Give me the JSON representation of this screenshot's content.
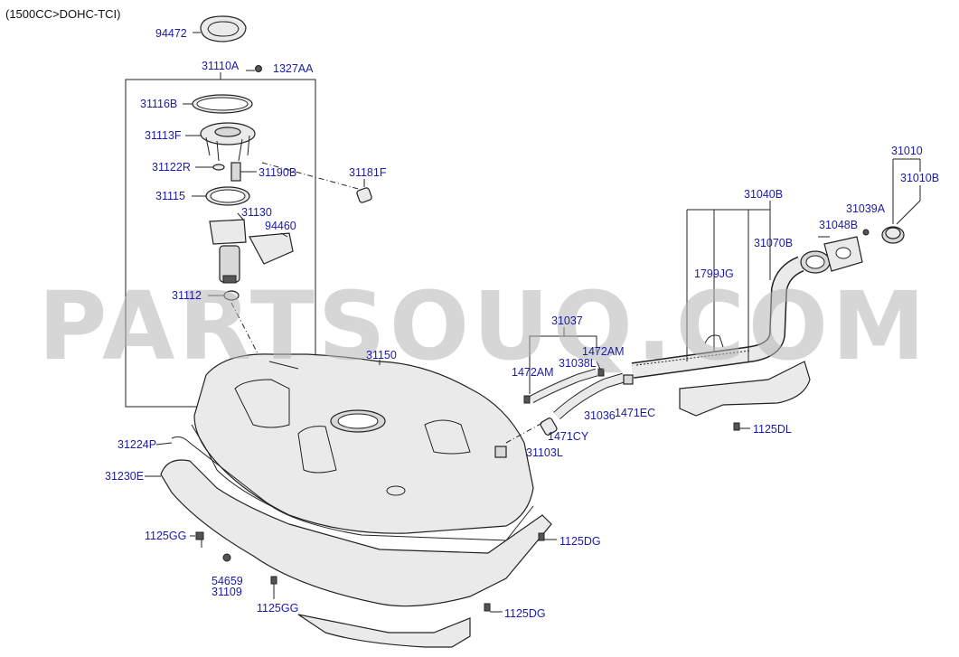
{
  "header": {
    "engine_text": "(1500CC>DOHC-TCI)"
  },
  "watermark": {
    "text": "PARTSOUQ.COM"
  },
  "labels": {
    "p94472": "94472",
    "p31110A": "31110A",
    "p1327AA": "1327AA",
    "p31116B": "31116B",
    "p31113F": "31113F",
    "p31122R": "31122R",
    "p31190B": "31190B",
    "p31181F": "31181F",
    "p31115": "31115",
    "p31130": "31130",
    "p94460": "94460",
    "p31112": "31112",
    "p31150": "31150",
    "p31224P": "31224P",
    "p31230E": "31230E",
    "p1125GG_a": "1125GG",
    "p54659": "54659",
    "p31109": "31109",
    "p1125GG_b": "1125GG",
    "p1125DG_a": "1125DG",
    "p1125DG_b": "1125DG",
    "p31037": "31037",
    "p1472AM_a": "1472AM",
    "p1472AM_b": "1472AM",
    "p31038L": "31038L",
    "p31036": "31036",
    "p1471EC": "1471EC",
    "p1471CY": "1471CY",
    "p31103L": "31103L",
    "p31040B": "31040B",
    "p1799JG": "1799JG",
    "p31070B": "31070B",
    "p31048B": "31048B",
    "p31039A": "31039A",
    "p31010": "31010",
    "p31010B": "31010B",
    "p1125DL": "1125DL"
  },
  "colors": {
    "label": "#1a1aa8",
    "line": "#222222",
    "watermark": "#b4b4b4"
  }
}
